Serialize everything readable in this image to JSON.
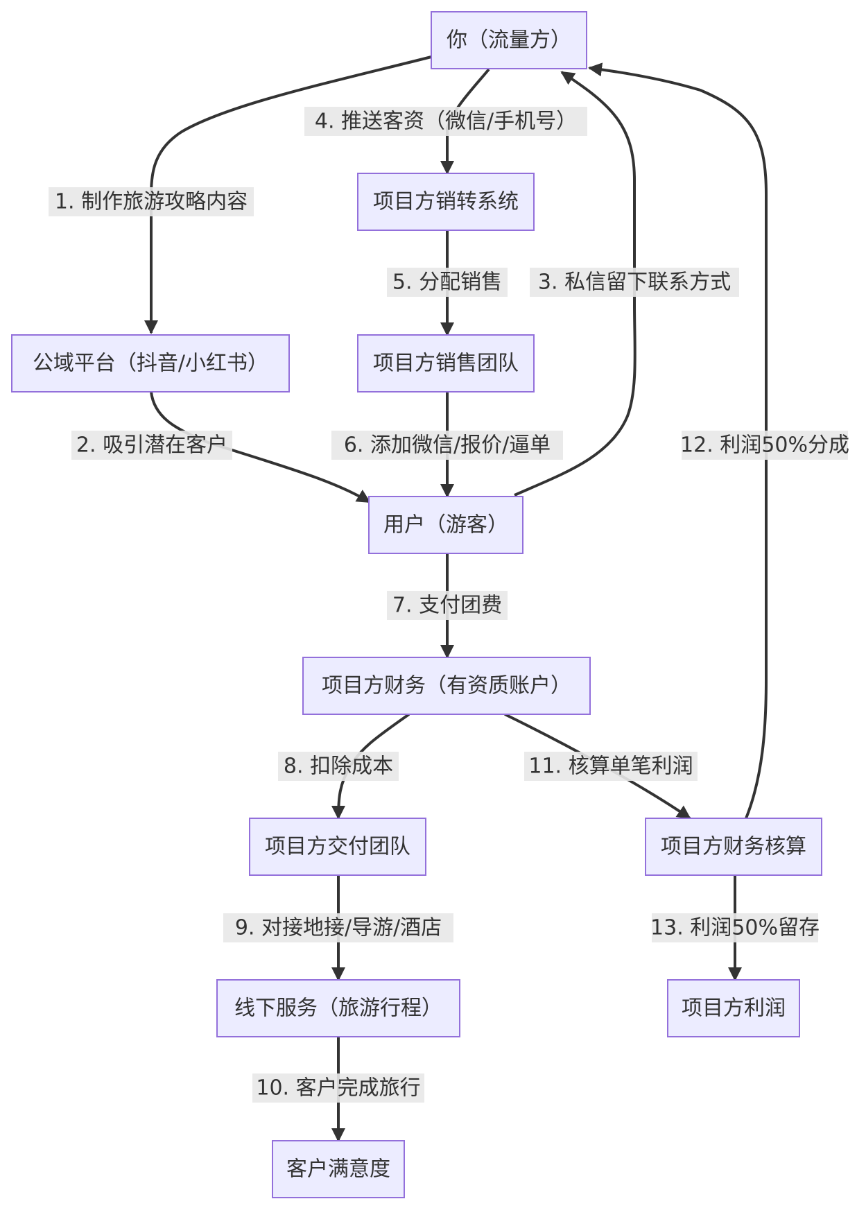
{
  "nodes": {
    "traffic_party": "你（流量方）",
    "public_platform": "公域平台（抖音/小红书）",
    "sales_system": "项目方销转系统",
    "sales_team": "项目方销售团队",
    "user": "用户（游客）",
    "finance": "项目方财务（有资质账户）",
    "delivery_team": "项目方交付团队",
    "finance_accounting": "项目方财务核算",
    "offline_service": "线下服务（旅游行程）",
    "project_profit": "项目方利润",
    "satisfaction": "客户满意度"
  },
  "edges": {
    "e1": "1. 制作旅游攻略内容",
    "e2": "2. 吸引潜在客户",
    "e3": "3. 私信留下联系方式",
    "e4": "4. 推送客资（微信/手机号）",
    "e5": "5. 分配销售",
    "e6": "6. 添加微信/报价/逼单",
    "e7": "7. 支付团费",
    "e8": "8. 扣除成本",
    "e9": "9. 对接地接/导游/酒店",
    "e10": "10. 客户完成旅行",
    "e11": "11. 核算单笔利润",
    "e12": "12. 利润50%分成",
    "e13": "13. 利润50%留存"
  },
  "colors": {
    "node_fill": "#ececff",
    "node_stroke": "#9370db",
    "edge": "#333333",
    "label_bg": "#e8e8e8"
  }
}
